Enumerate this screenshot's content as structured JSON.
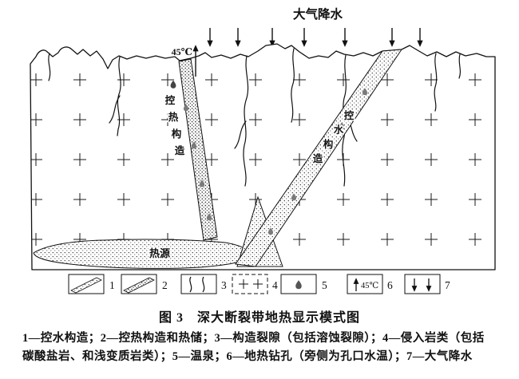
{
  "figure": {
    "top_label": "大气降水",
    "borehole_temp": "45℃",
    "heat_source_label": "热源",
    "heat_structure_label": "控热构造",
    "water_structure_label": "控水构造",
    "heat_chars": [
      "控",
      "热",
      "构",
      "造"
    ],
    "water_chars": [
      "控",
      "水",
      "构",
      "造"
    ]
  },
  "legend": {
    "items": [
      {
        "num": "1",
        "label": "控水构造"
      },
      {
        "num": "2",
        "label": "控热构造和热储"
      },
      {
        "num": "3",
        "label": "构造裂隙（包括溶蚀裂隙）"
      },
      {
        "num": "4",
        "label": "侵入岩类（包括碳酸盐岩、和浅变质岩类）"
      },
      {
        "num": "5",
        "label": "温泉"
      },
      {
        "num": "6",
        "label": "地热钻孔（旁侧为孔口水温）",
        "temp": "45℃"
      },
      {
        "num": "7",
        "label": "大气降水"
      }
    ]
  },
  "caption": "图 3　深大断裂带地热显示模式图",
  "description": {
    "line1": "1—控水构造；2—控热构造和热储；3—构造裂隙（包括溶蚀裂隙）；4—侵入岩类（包括",
    "line2": "碳酸盐岩、和浅变质岩类）；5—温泉；6—地热钻孔（旁侧为孔口水温）；7—大气降水"
  }
}
